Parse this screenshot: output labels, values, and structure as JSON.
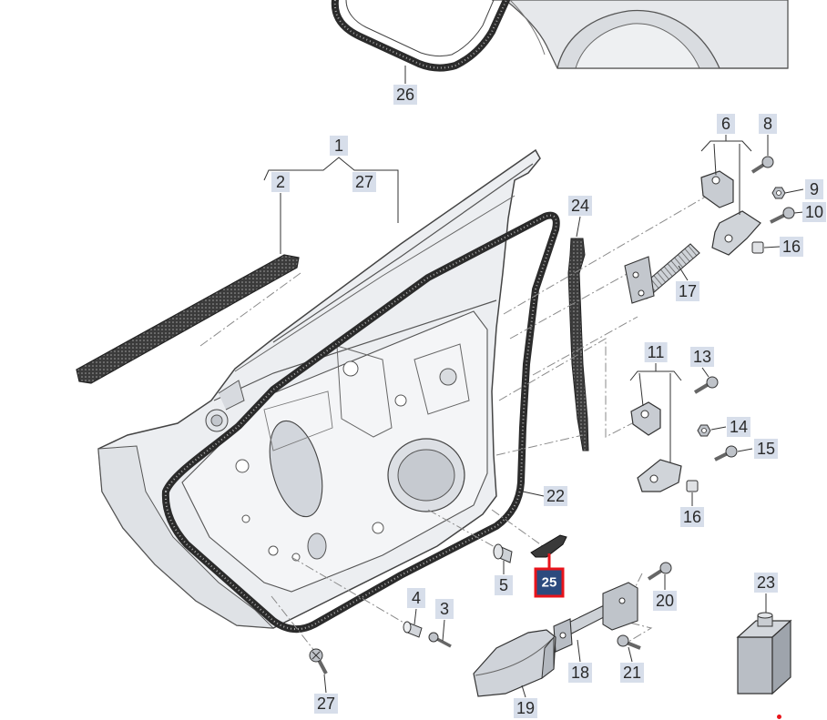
{
  "diagram": {
    "colors": {
      "label_bg": "#d7deea",
      "label_text": "#2a2a2a",
      "selected_bg": "#2c4a7e",
      "selected_border": "#e8141b"
    },
    "callouts": [
      {
        "label": "26"
      },
      {
        "label": "1"
      },
      {
        "label": "2"
      },
      {
        "label": "27"
      },
      {
        "label": "6"
      },
      {
        "label": "8"
      },
      {
        "label": "9"
      },
      {
        "label": "10"
      },
      {
        "label": "16"
      },
      {
        "label": "17"
      },
      {
        "label": "24"
      },
      {
        "label": "11"
      },
      {
        "label": "13"
      },
      {
        "label": "14"
      },
      {
        "label": "15"
      },
      {
        "label": "16"
      },
      {
        "label": "22"
      },
      {
        "label": "25",
        "selected": true
      },
      {
        "label": "5"
      },
      {
        "label": "4"
      },
      {
        "label": "3"
      },
      {
        "label": "20"
      },
      {
        "label": "23"
      },
      {
        "label": "18"
      },
      {
        "label": "21"
      },
      {
        "label": "19"
      },
      {
        "label": "27"
      }
    ]
  }
}
